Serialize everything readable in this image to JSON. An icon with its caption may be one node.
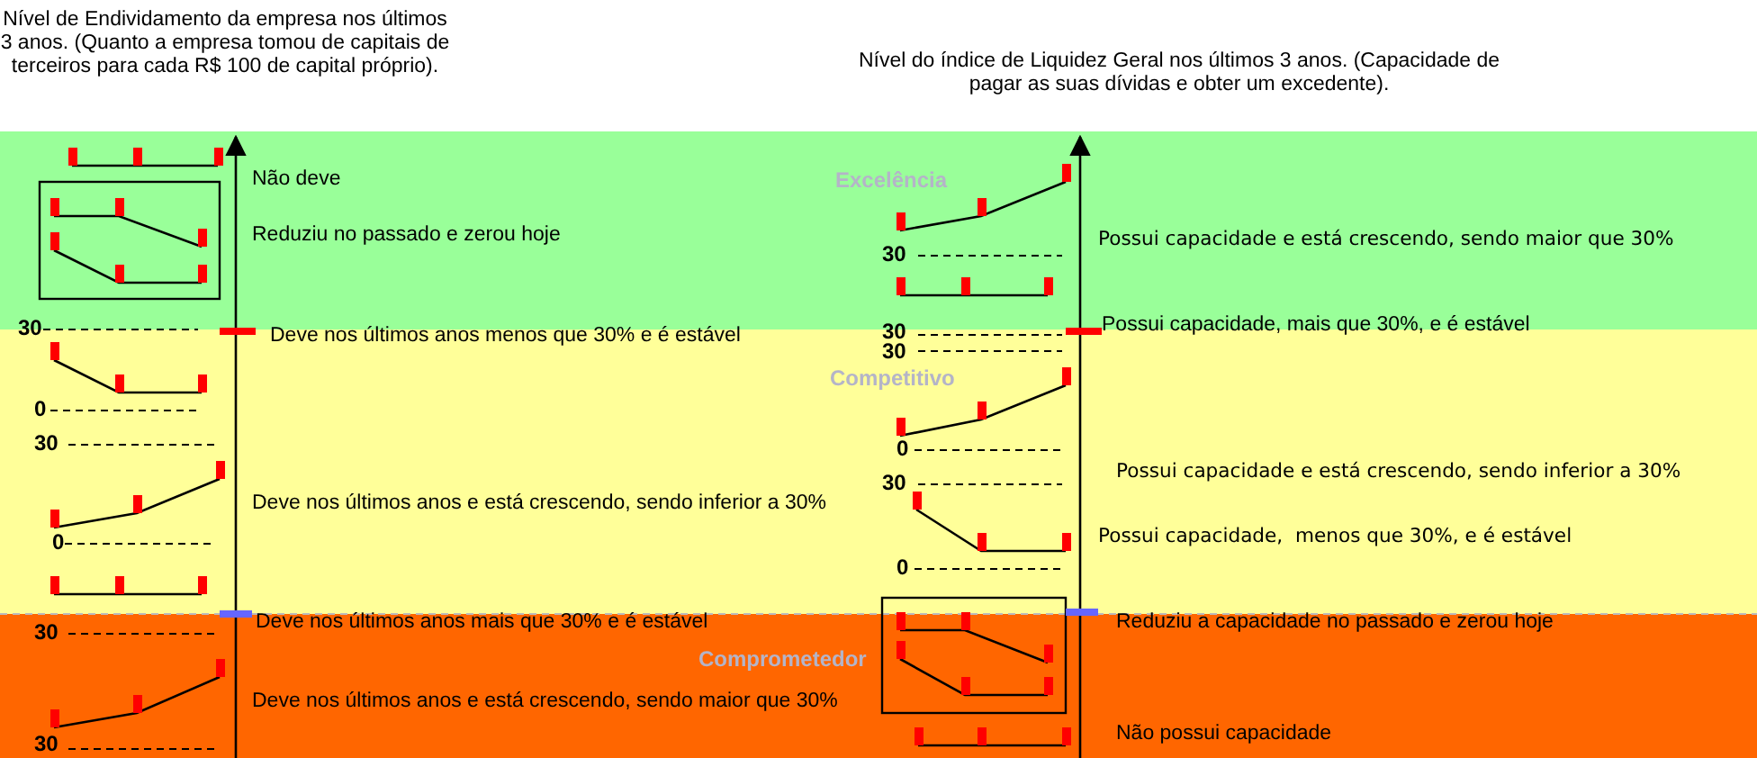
{
  "diagram": {
    "labels": [
      "Nível de Endividamento da empresa nos últimos 3 anos. (Quanto a empresa tomou de capitais de terceiros para cada R$ 100 de capital próprio).",
      "Nível do índice de Liquidez Geral nos últimos 3 anos. (Capacidade de pagar as suas dívidas e obter um excedente).",
      "Não deve",
      "Reduziu no passado e zerou hoje",
      "30",
      "Deve nos últimos anos menos que 30% e é estável",
      "0",
      "30",
      "Deve nos últimos anos e está crescendo, sendo inferior a 30%",
      "0",
      "Deve nos últimos anos mais que 30% e é estável",
      "30",
      "Deve nos últimos anos e está crescendo, sendo maior que 30%",
      "30",
      "Excelência",
      "Possui capacidade e está crescendo, sendo maior que 30%",
      "30",
      "30",
      "Possui capacidade, mais que 30%, e é estável",
      "30",
      "Competitivo",
      "0",
      "Possui capacidade e está crescendo, sendo inferior a 30%",
      "30",
      "Possui capacidade,  menos que 30%, e é estável",
      "0",
      "Reduziu a capacidade no passado e zerou hoje",
      "Comprometedor",
      "Não possui capacidade"
    ]
  }
}
